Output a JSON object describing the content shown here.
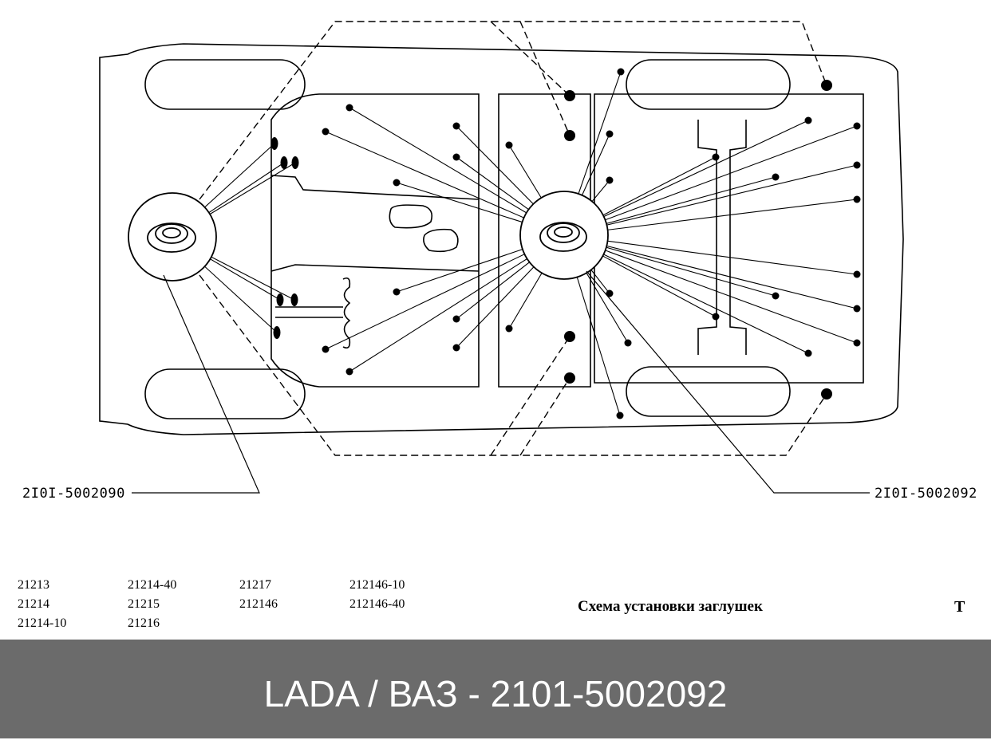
{
  "diagram": {
    "label_left": "2I0I-5002090",
    "label_right": "2I0I-5002092"
  },
  "models": {
    "col1": [
      "21213",
      "21214",
      "21214-10"
    ],
    "col2": [
      "21214-40",
      "21215",
      "21216"
    ],
    "col3": [
      "21217",
      "212146"
    ],
    "col4": [
      "212146-10",
      "212146-40"
    ]
  },
  "caption": {
    "title": "Схема установки заглушек",
    "code": "T"
  },
  "footer": {
    "text": "LADA / ВАЗ - 2101-5002092"
  }
}
